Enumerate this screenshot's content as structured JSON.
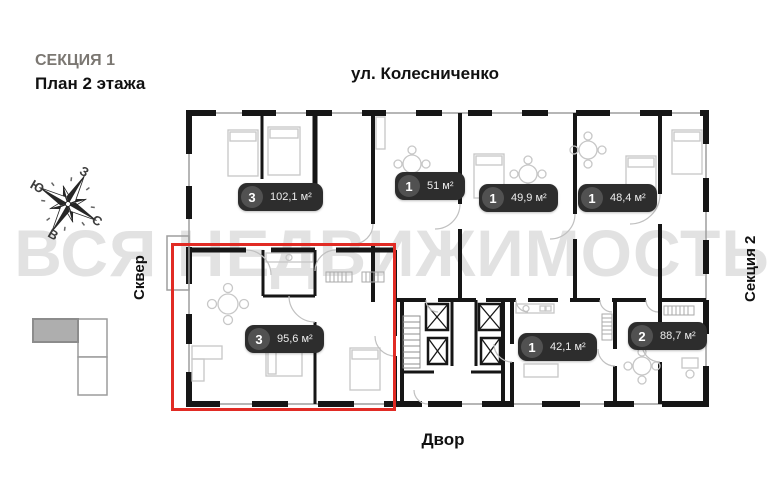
{
  "header": {
    "section": "СЕКЦИЯ 1",
    "plan": "План 2 этажа"
  },
  "surroundings": {
    "street": "ул. Колесниченко",
    "left": "Сквер",
    "bottom": "Двор",
    "right_section": "Секция 2"
  },
  "compass": {
    "north": "С",
    "south": "Ю",
    "west": "З",
    "east": "В"
  },
  "watermark": "ВСЯ НЕДВИЖИМОСТЬ",
  "apartments": [
    {
      "rooms": "3",
      "area": "102,1 м²",
      "highlighted": false
    },
    {
      "rooms": "1",
      "area": "51 м²",
      "highlighted": false
    },
    {
      "rooms": "1",
      "area": "49,9 м²",
      "highlighted": false
    },
    {
      "rooms": "1",
      "area": "48,4 м²",
      "highlighted": false
    },
    {
      "rooms": "3",
      "area": "95,6 м²",
      "highlighted": true
    },
    {
      "rooms": "1",
      "area": "42,1 м²",
      "highlighted": false
    },
    {
      "rooms": "2",
      "area": "88,7 м²",
      "highlighted": false
    }
  ],
  "colors": {
    "highlight": "#e12b24",
    "badge_bg": "#2d2d2d",
    "badge_circle": "#515151",
    "wall": "#161616",
    "watermark": "#e2e2e2"
  }
}
